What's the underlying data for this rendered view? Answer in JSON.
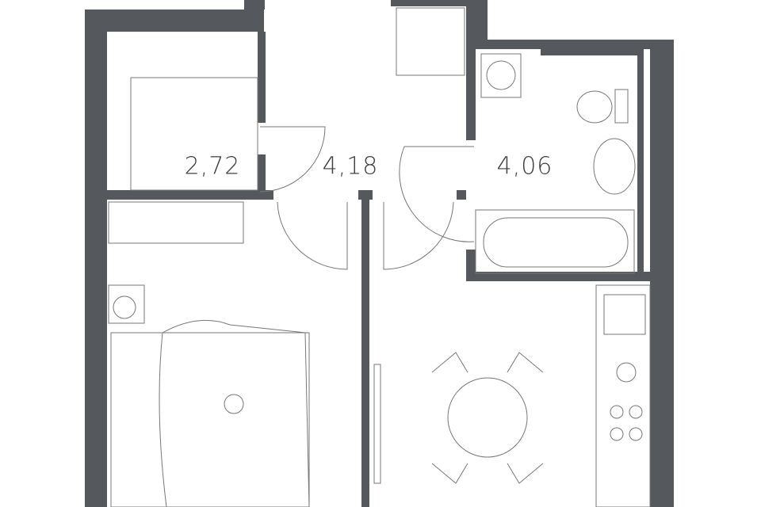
{
  "plan": {
    "rooms": [
      {
        "id": "closet",
        "area": "2,72"
      },
      {
        "id": "hallway",
        "area": "4,18"
      },
      {
        "id": "bathroom",
        "area": "4,06"
      }
    ],
    "colors": {
      "wall": "#55585c",
      "line": "#777777"
    }
  }
}
